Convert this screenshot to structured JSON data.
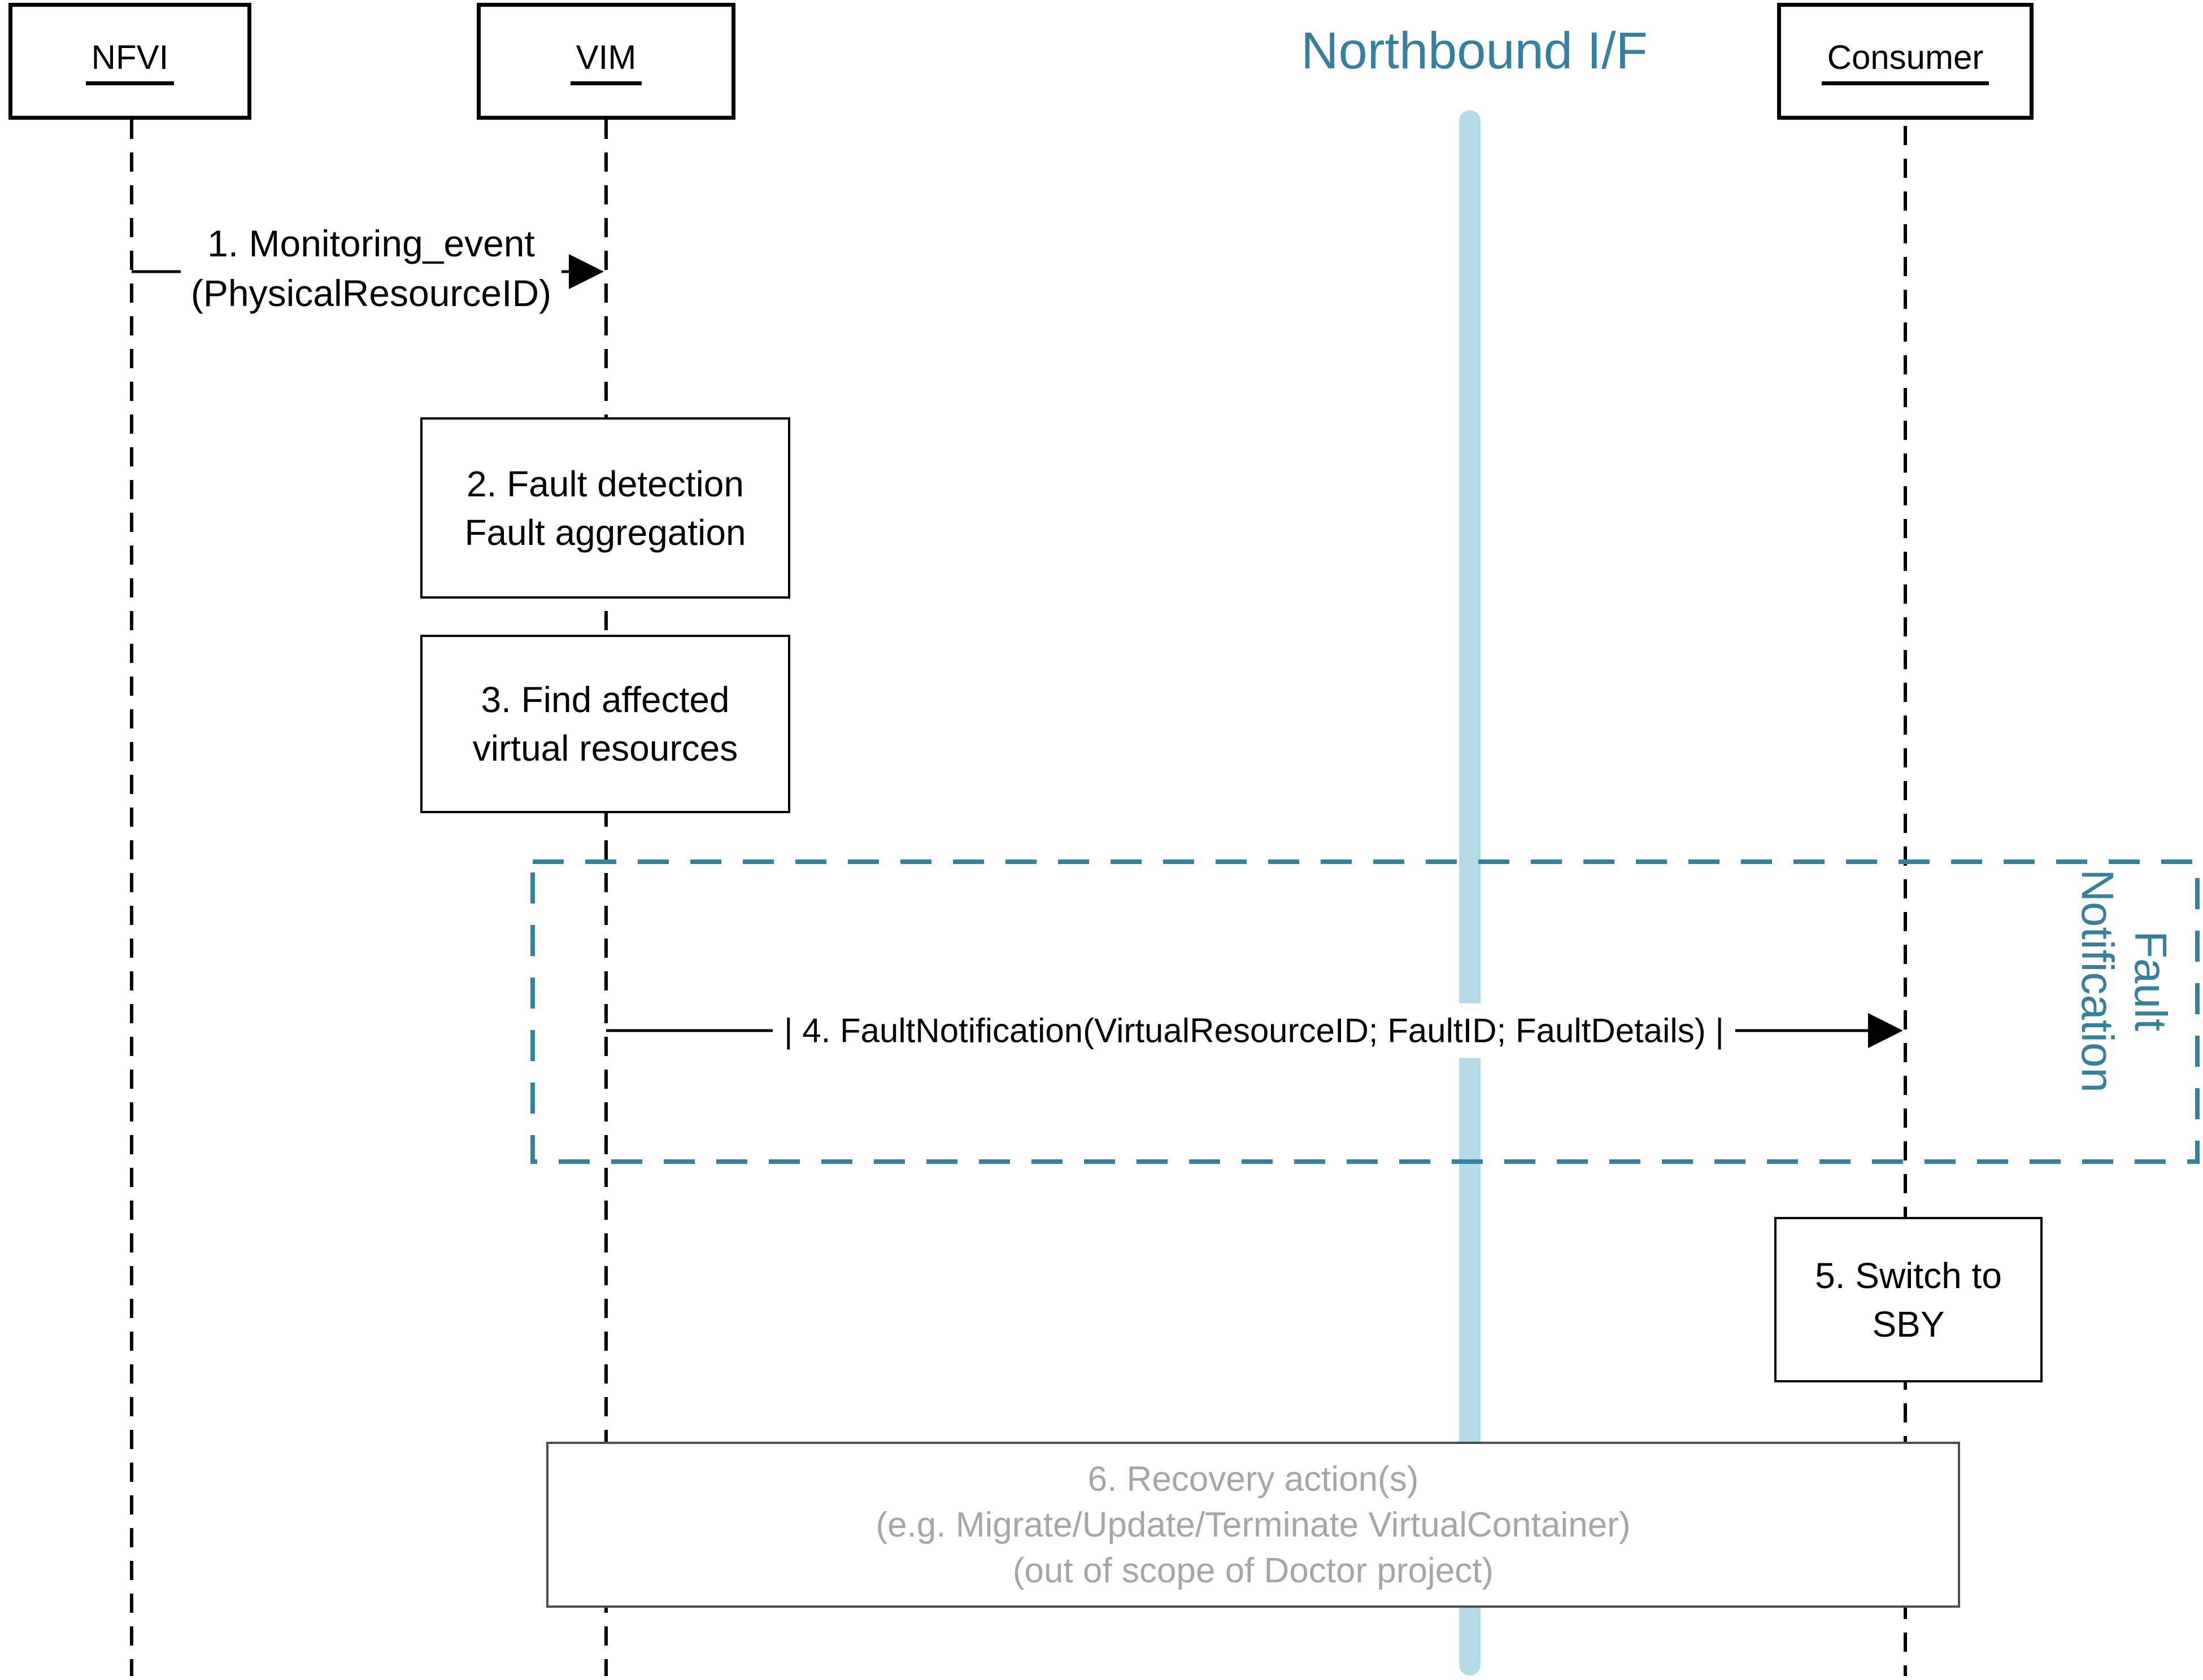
{
  "diagram": {
    "title": "Northbound I/F",
    "actors": [
      {
        "name": "NFVI"
      },
      {
        "name": "VIM"
      },
      {
        "name": "Consumer"
      }
    ],
    "messages": [
      {
        "from": "NFVI",
        "to": "VIM",
        "label_line1": "1. Monitoring_event",
        "label_line2": "(PhysicalResourceID)"
      },
      {
        "from": "VIM",
        "to": "Consumer",
        "label": "| 4. FaultNotification(VirtualResourceID; FaultID; FaultDetails) |"
      }
    ],
    "steps": [
      {
        "id": "2",
        "lines": [
          "2. Fault detection",
          "Fault aggregation"
        ]
      },
      {
        "id": "3",
        "lines": [
          "3. Find affected",
          "virtual resources"
        ]
      },
      {
        "id": "5",
        "lines": [
          "5. Switch to",
          "SBY"
        ]
      },
      {
        "id": "6",
        "lines": [
          "6. Recovery action(s)",
          "(e.g. Migrate/Update/Terminate VirtualContainer)",
          "(out of scope of Doctor project)"
        ]
      }
    ],
    "group": {
      "label_line1": "Fault",
      "label_line2": "Notification"
    },
    "colors": {
      "teal": "#35809B",
      "title_teal": "#34809E",
      "bar_blue": "#B5DAE7",
      "gray_text": "#A6A6A6",
      "gray_border": "#4D4D4D",
      "ink": "#000000"
    }
  }
}
